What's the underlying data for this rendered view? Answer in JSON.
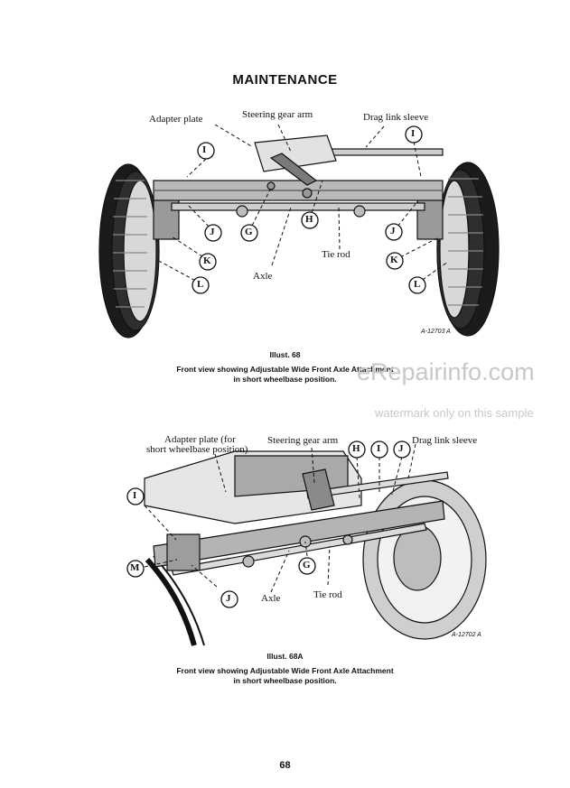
{
  "page": {
    "heading": "MAINTENANCE",
    "page_number": "68"
  },
  "figure1": {
    "labels": {
      "adapter_plate": "Adapter plate",
      "steering_gear_arm": "Steering gear arm",
      "drag_link_sleeve": "Drag link sleeve",
      "tie_rod": "Tie rod",
      "axle": "Axle"
    },
    "callouts": [
      "I",
      "I",
      "J",
      "G",
      "H",
      "J",
      "K",
      "K",
      "L",
      "L"
    ],
    "reference": "A-12703 A",
    "caption_title": "Illust. 68",
    "caption_line1": "Front view showing Adjustable Wide Front Axle Attachment",
    "caption_line2": "in short wheelbase position."
  },
  "figure2": {
    "labels": {
      "adapter_plate_line1": "Adapter plate (for",
      "adapter_plate_line2": "short wheelbase position)",
      "steering_gear_arm": "Steering gear arm",
      "drag_link_sleeve": "Drag link sleeve",
      "axle": "Axle",
      "tie_rod": "Tie rod"
    },
    "callouts": [
      "H",
      "I",
      "J",
      "I",
      "M",
      "G",
      "J"
    ],
    "reference": "A-12702 A",
    "caption_title": "Illust. 68A",
    "caption_line1": "Front view showing Adjustable Wide Front Axle Attachment",
    "caption_line2": "in short wheelbase position."
  },
  "watermark": {
    "brand": "eRepairinfo.com",
    "notice": "watermark only on this sample"
  }
}
